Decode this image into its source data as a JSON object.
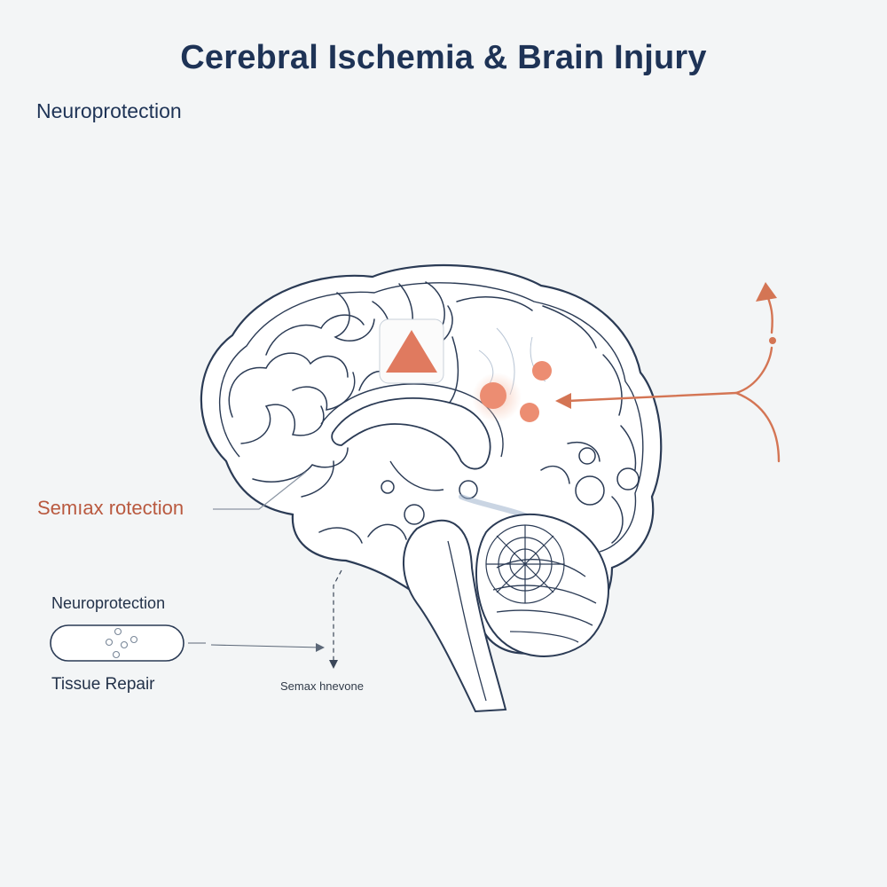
{
  "title": "Cerebral Ischemia & Brain Injury",
  "subtitle": "Neuroprotection",
  "callout_label": "Semıax rotection",
  "legend": {
    "top_label": "Neuroprotection",
    "bottom_label": "Tissue Repair"
  },
  "bottom_label": "Semax hnevone",
  "colors": {
    "background": "#f3f5f6",
    "outline": "#2b3b55",
    "accent": "#e07a5f",
    "title": "#1e3356"
  }
}
